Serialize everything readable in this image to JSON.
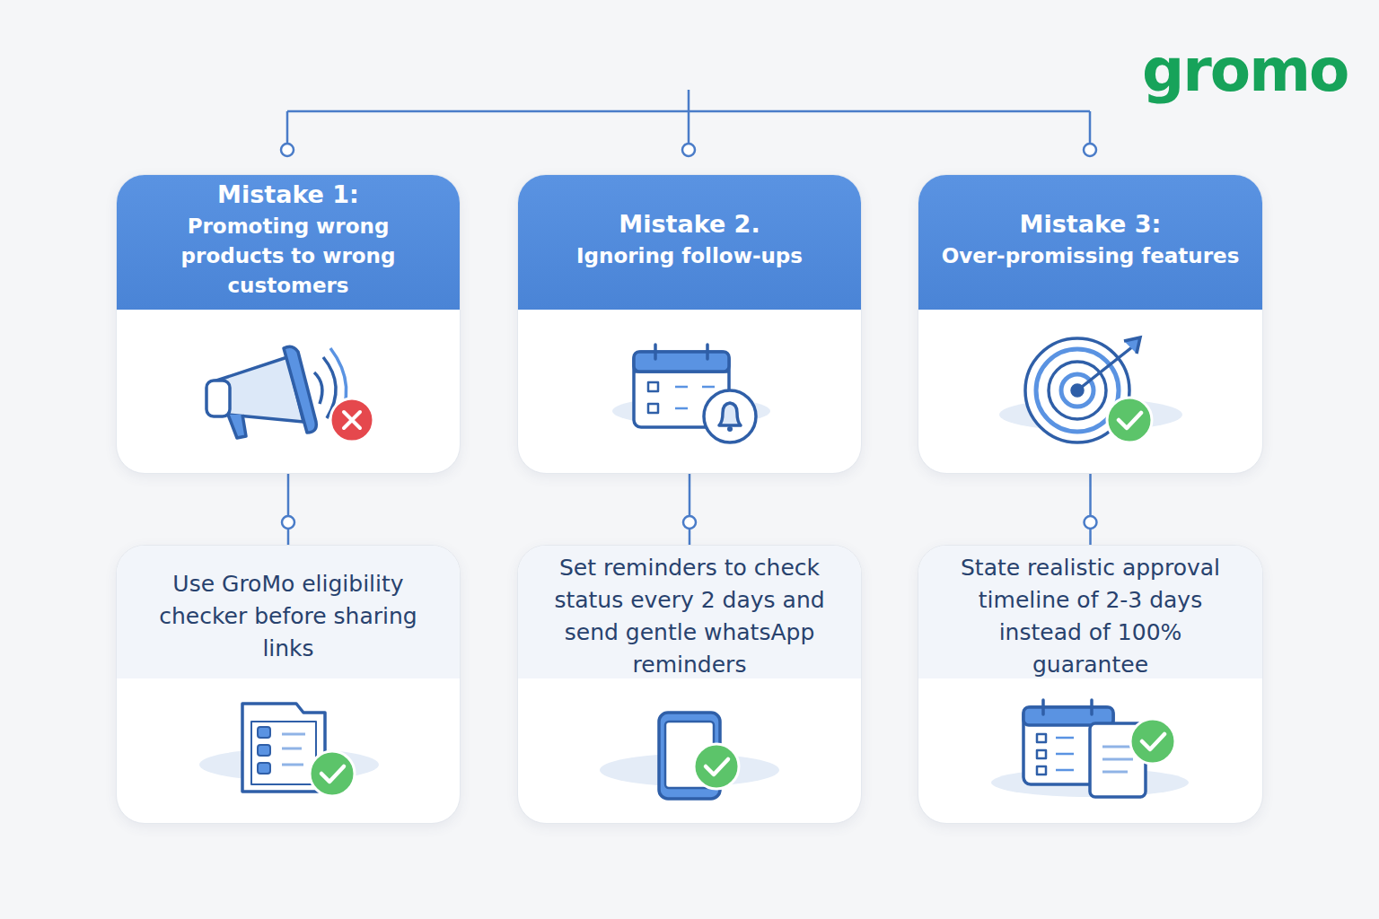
{
  "diagram": {
    "nodes": [
      {
        "text": [
          "Mistake 1:",
          "Promoting wrong products to wrong customers"
        ]
      },
      {
        "text": [
          "Mistake 2.",
          "Ignoring follow-ups"
        ]
      },
      {
        "text": [
          "Mistake 3:",
          "Over-promissing features"
        ]
      },
      {
        "text": [
          "Use GroMo eligibility checker before sharing links"
        ]
      },
      {
        "text": [
          "Set reminders to check status every 2 days and send gentle whatsApp reminders"
        ]
      },
      {
        "text": [
          "State realistic approval timeline of 2-3 days instead of 100% guarantee"
        ]
      }
    ],
    "edges": [
      {
        "from": 0,
        "to": 3,
        "arrow": "none"
      },
      {
        "from": 1,
        "to": 4,
        "arrow": "none"
      },
      {
        "from": 2,
        "to": 5,
        "arrow": "none"
      }
    ],
    "labels": [
      "gromo"
    ]
  }
}
